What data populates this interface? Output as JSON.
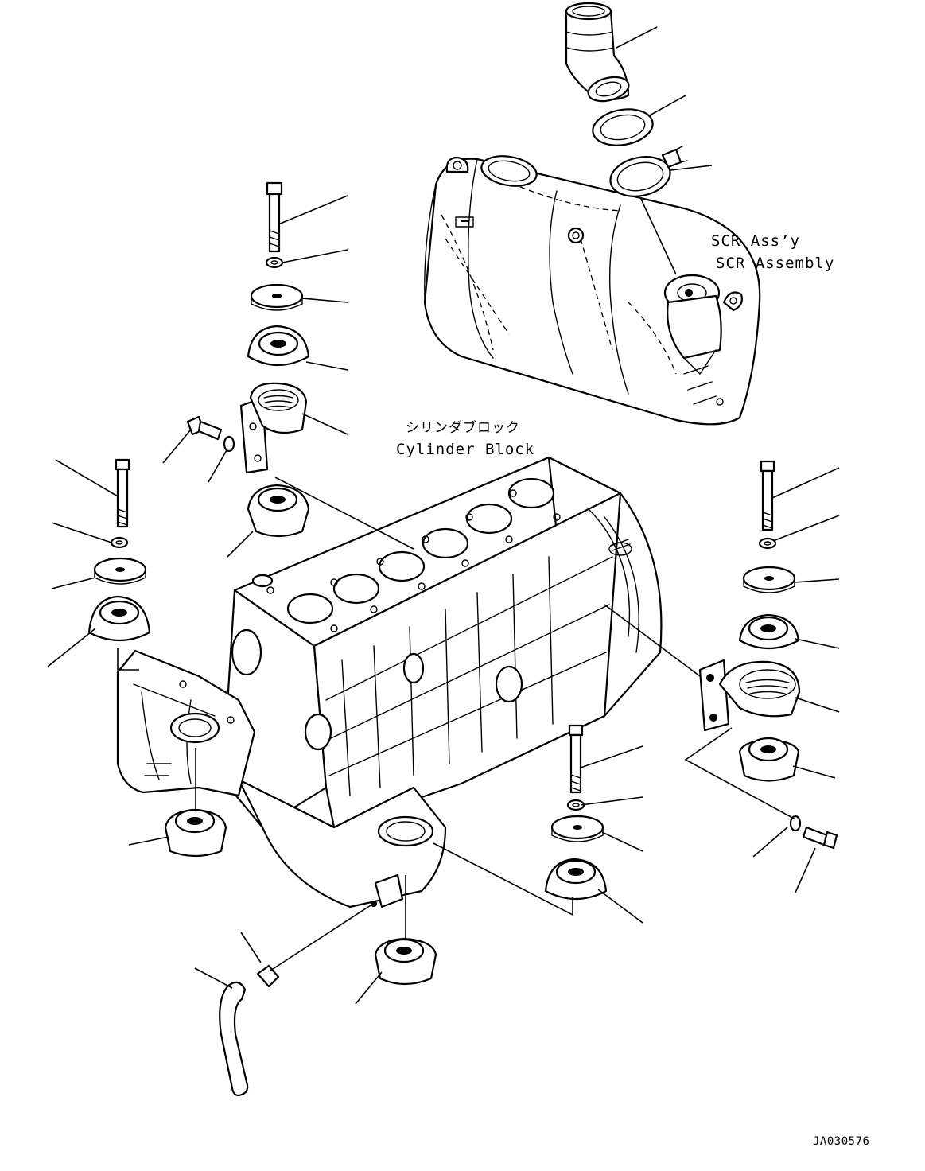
{
  "labels": {
    "scr_jp": "SCR Ass’y",
    "scr_en": "SCR Assembly",
    "block_jp": "シリンダブロック",
    "block_en": "Cylinder Block"
  },
  "drawing_code": "JA030576"
}
